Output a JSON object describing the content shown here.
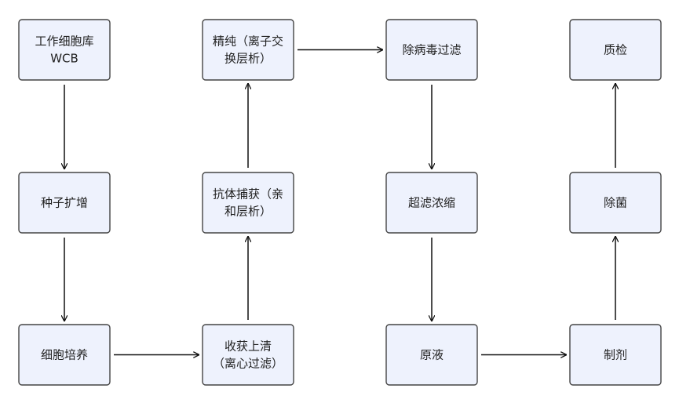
{
  "colors": {
    "node_fill": "#EEF2FD",
    "node_stroke": "#444444",
    "edge": "#111111",
    "text": "#222222"
  },
  "nodes": [
    {
      "id": "wcb",
      "lines": [
        "工作细胞库",
        "WCB"
      ]
    },
    {
      "id": "seed",
      "lines": [
        "种子扩增"
      ]
    },
    {
      "id": "culture",
      "lines": [
        "细胞培养"
      ]
    },
    {
      "id": "harvest",
      "lines": [
        "收获上清",
        "（离心过滤）"
      ]
    },
    {
      "id": "capture",
      "lines": [
        "抗体捕获（亲",
        "和层析）"
      ]
    },
    {
      "id": "polish",
      "lines": [
        "精纯（离子交",
        "换层析）"
      ]
    },
    {
      "id": "virus",
      "lines": [
        "除病毒过滤"
      ]
    },
    {
      "id": "uf",
      "lines": [
        "超滤浓缩"
      ]
    },
    {
      "id": "bulk",
      "lines": [
        "原液"
      ]
    },
    {
      "id": "formulation",
      "lines": [
        "制剂"
      ]
    },
    {
      "id": "sterile",
      "lines": [
        "除菌"
      ]
    },
    {
      "id": "qc",
      "lines": [
        "质检"
      ]
    }
  ],
  "edges": [
    {
      "from": "wcb",
      "to": "seed"
    },
    {
      "from": "seed",
      "to": "culture"
    },
    {
      "from": "culture",
      "to": "harvest"
    },
    {
      "from": "harvest",
      "to": "capture"
    },
    {
      "from": "capture",
      "to": "polish"
    },
    {
      "from": "polish",
      "to": "virus"
    },
    {
      "from": "virus",
      "to": "uf"
    },
    {
      "from": "uf",
      "to": "bulk"
    },
    {
      "from": "bulk",
      "to": "formulation"
    },
    {
      "from": "formulation",
      "to": "sterile"
    },
    {
      "from": "sterile",
      "to": "qc"
    }
  ]
}
